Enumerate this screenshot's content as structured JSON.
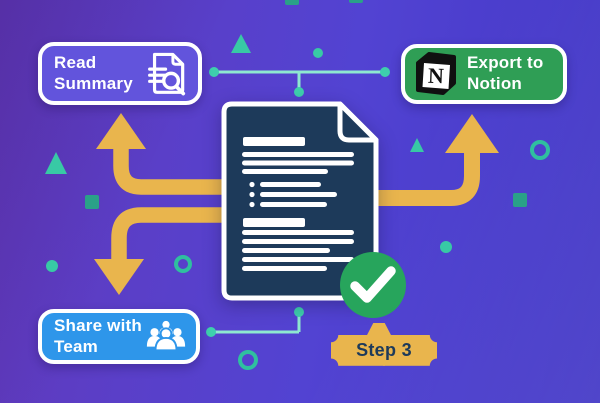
{
  "badges": {
    "read_summary": {
      "line1": "Read",
      "line2": "Summary"
    },
    "export_notion": {
      "line1": "Export to",
      "line2": "Notion",
      "logo_letter": "N"
    },
    "share_team": {
      "line1": "Share with",
      "line2": "Team"
    },
    "step": {
      "label": "Step 3"
    }
  },
  "colors": {
    "background_left": "#6238b9",
    "background_mid": "#5243d2",
    "background_right": "#4136c6",
    "badge_purple": "#6254dc",
    "badge_green": "#2f9e55",
    "badge_blue": "#2e96ea",
    "arrow_gold": "#e9b54d",
    "document_navy": "#1d3a5a",
    "check_green": "#27a55c",
    "teal": "#38c9a5",
    "teal_dark": "#2aa188",
    "ring_teal": "#2fbf9f",
    "connector_line": "#8ee8d0",
    "connector_dot": "#3ecfad"
  },
  "icons": [
    "document-search-icon",
    "notion-logo-icon",
    "team-people-icon",
    "checkmark-icon",
    "document-illustration"
  ]
}
